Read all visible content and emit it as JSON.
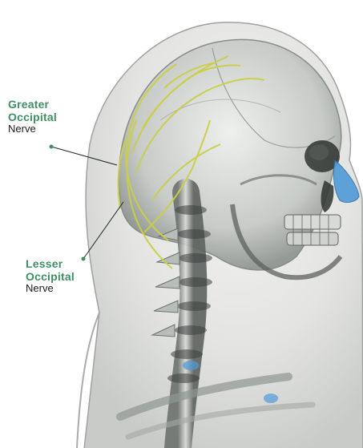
{
  "labels": {
    "greater": {
      "line1": "Greater",
      "line2": "Occipital",
      "line3": "Nerve"
    },
    "lesser": {
      "line1": "Lesser",
      "line2": "Occipital",
      "line3": "Nerve"
    }
  },
  "colors": {
    "label_green": "#3f8f63",
    "nerve_yellow": "#c9cf47",
    "nose_blue": "#4f9ad8",
    "skin": "#e7e7e5",
    "bone": "#9aa09c"
  }
}
